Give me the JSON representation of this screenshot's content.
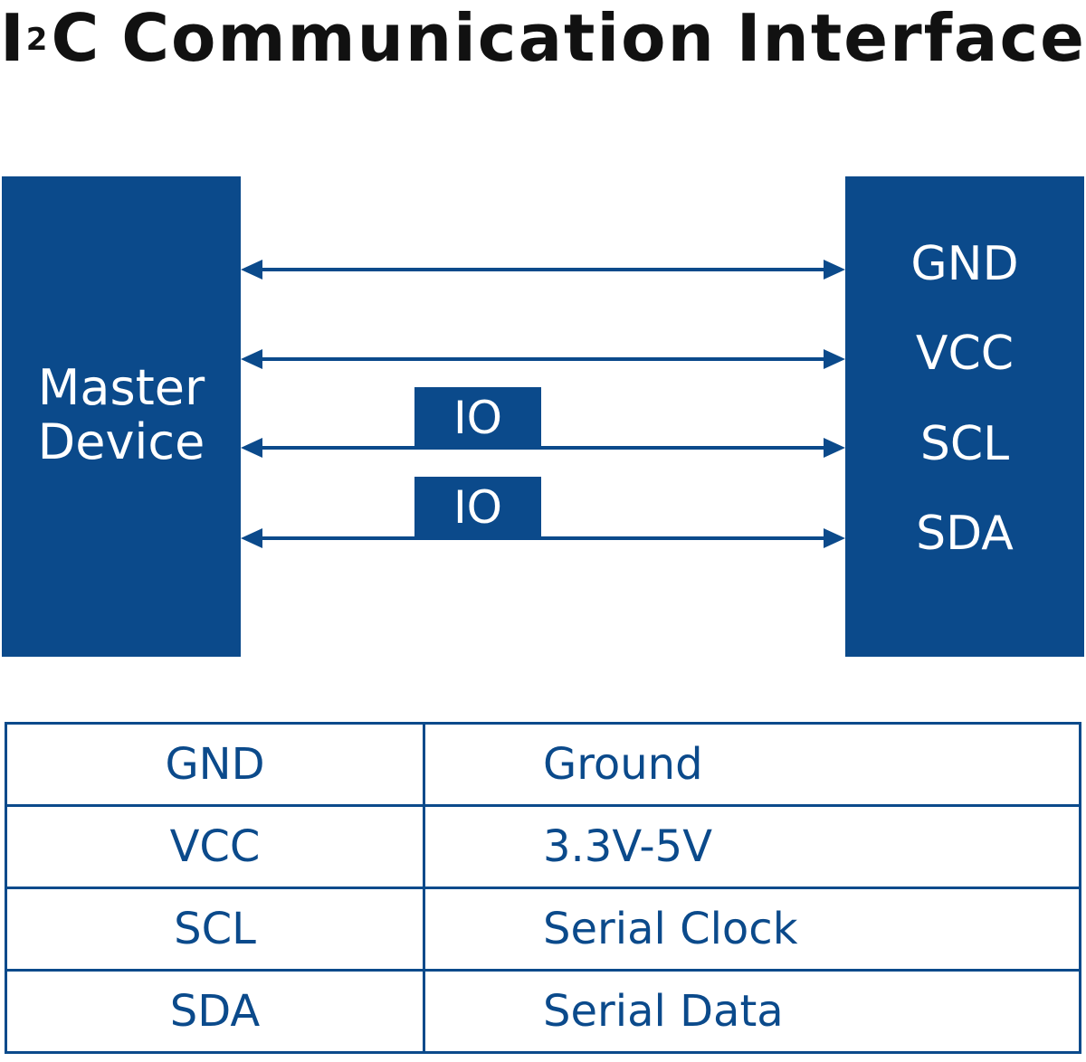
{
  "title": {
    "prefix": "I",
    "superscript": "2",
    "word1": "C",
    "word2": "Communication",
    "word3": "Interface"
  },
  "master_device": {
    "line1": "Master",
    "line2": "Device"
  },
  "slave_pins": [
    "GND",
    "VCC",
    "SCL",
    "SDA"
  ],
  "io_blocks": [
    "IO",
    "IO"
  ],
  "colors": {
    "block": "#0b4a8b",
    "line": "#0b4a8b",
    "title": "#111111"
  },
  "table": {
    "rows": [
      {
        "name": "GND",
        "desc": "Ground"
      },
      {
        "name": "VCC",
        "desc": "3.3V-5V"
      },
      {
        "name": "SCL",
        "desc": "Serial Clock"
      },
      {
        "name": "SDA",
        "desc": "Serial Data"
      }
    ]
  }
}
